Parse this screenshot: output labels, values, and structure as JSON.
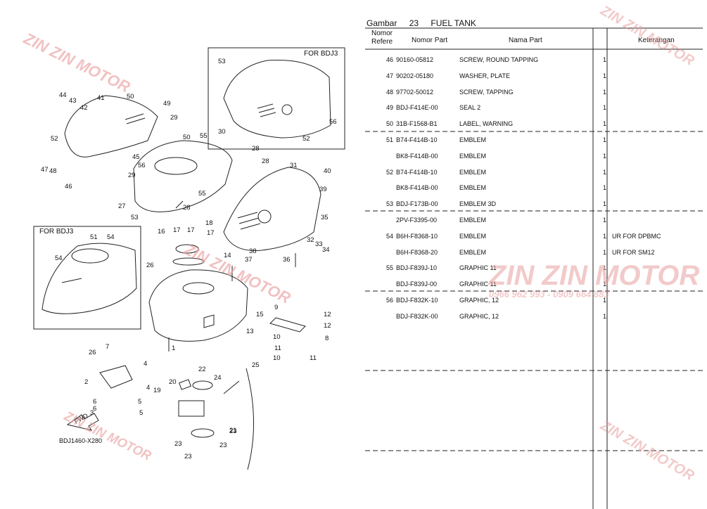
{
  "watermark": {
    "brand": "ZIN ZIN MOTOR",
    "phone": "0966 962 993 - 0909 664 883",
    "color": "#e9a0a0"
  },
  "diagram": {
    "box_label_top": "FOR BDJ3",
    "box_label_left": "FOR BDJ3",
    "fwd_label": "FWD",
    "ref_code": "BDJ1460-X280",
    "callouts": [
      "1",
      "2",
      "3",
      "4",
      "4",
      "5",
      "5",
      "6",
      "6",
      "7",
      "8",
      "9",
      "10",
      "10",
      "11",
      "11",
      "12",
      "12",
      "13",
      "14",
      "15",
      "16",
      "17",
      "17",
      "17",
      "18",
      "19",
      "20",
      "21",
      "22",
      "23",
      "23",
      "23",
      "23",
      "24",
      "25",
      "26",
      "26",
      "27",
      "28",
      "28",
      "28",
      "29",
      "29",
      "30",
      "31",
      "32",
      "33",
      "34",
      "35",
      "36",
      "37",
      "38",
      "39",
      "40",
      "41",
      "42",
      "43",
      "44",
      "45",
      "46",
      "47",
      "48",
      "49",
      "50",
      "50",
      "51",
      "52",
      "52",
      "53",
      "53",
      "54",
      "54",
      "55",
      "55",
      "56",
      "56"
    ]
  },
  "table": {
    "gambar_label": "Gambar",
    "gambar_number": "23",
    "gambar_title": "FUEL TANK",
    "headers": {
      "ref": "Nomor\nRefere",
      "part_no": "Nomor Part",
      "name": "Nama Part",
      "note": "Keterangan"
    },
    "rows": [
      {
        "ref": "46",
        "part_no": "90160-05812",
        "name": "SCREW, ROUND TAPPING",
        "qty": "1",
        "note": ""
      },
      {
        "ref": "47",
        "part_no": "90202-05180",
        "name": "WASHER, PLATE",
        "qty": "1",
        "note": ""
      },
      {
        "ref": "48",
        "part_no": "97702-50012",
        "name": "SCREW, TAPPING",
        "qty": "1",
        "note": ""
      },
      {
        "ref": "49",
        "part_no": "BDJ-F414E-00",
        "name": "SEAL 2",
        "qty": "1",
        "note": ""
      },
      {
        "ref": "50",
        "part_no": "31B-F1568-B1",
        "name": "LABEL, WARNING",
        "qty": "1",
        "note": ""
      },
      {
        "ref": "51",
        "part_no": "B74-F414B-10",
        "name": "EMBLEM",
        "qty": "1",
        "note": ""
      },
      {
        "ref": "",
        "part_no": "BK8-F414B-00",
        "name": "EMBLEM",
        "qty": "1",
        "note": ""
      },
      {
        "ref": "52",
        "part_no": "B74-F414B-10",
        "name": "EMBLEM",
        "qty": "1",
        "note": ""
      },
      {
        "ref": "",
        "part_no": "BK8-F414B-00",
        "name": "EMBLEM",
        "qty": "1",
        "note": ""
      },
      {
        "ref": "53",
        "part_no": "BDJ-F173B-00",
        "name": "EMBLEM 3D",
        "qty": "1",
        "note": ""
      },
      {
        "ref": "",
        "part_no": "2PV-F3395-00",
        "name": "EMBLEM",
        "qty": "1",
        "note": ""
      },
      {
        "ref": "54",
        "part_no": "B6H-F8368-10",
        "name": "EMBLEM",
        "qty": "1",
        "note": "UR FOR DPBMC"
      },
      {
        "ref": "",
        "part_no": "B6H-F8368-20",
        "name": "EMBLEM",
        "qty": "1",
        "note": "UR FOR SM12"
      },
      {
        "ref": "55",
        "part_no": "BDJ-F839J-10",
        "name": "GRAPHIC 11",
        "qty": "1",
        "note": ""
      },
      {
        "ref": "",
        "part_no": "BDJ-F839J-00",
        "name": "GRAPHIC 11",
        "qty": "1",
        "note": ""
      },
      {
        "ref": "56",
        "part_no": "BDJ-F832K-10",
        "name": "GRAPHIC, 12",
        "qty": "1",
        "note": ""
      },
      {
        "ref": "",
        "part_no": "BDJ-F832K-00",
        "name": "GRAPHIC, 12",
        "qty": "1",
        "note": ""
      }
    ]
  }
}
